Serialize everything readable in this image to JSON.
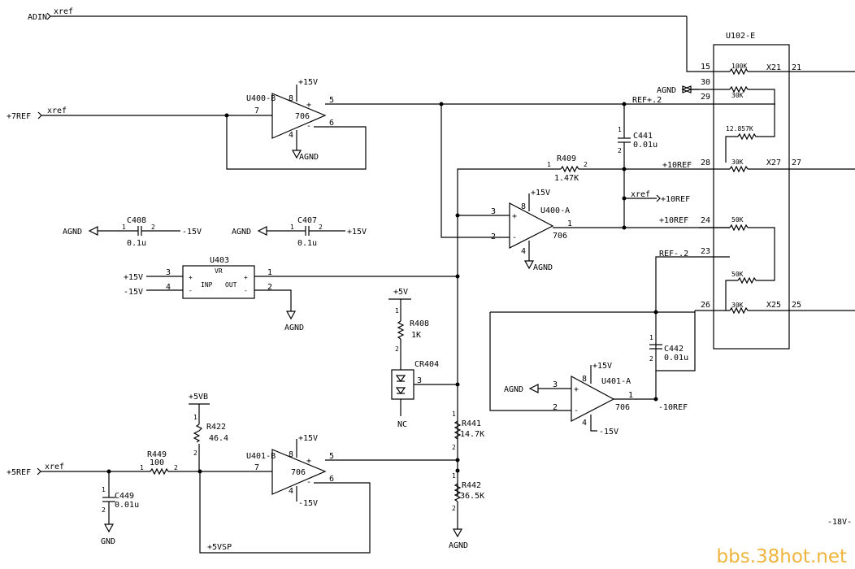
{
  "labels": {
    "adin": "ADIN",
    "xref": "xref",
    "ref7": "+7REF",
    "ref5": "+5REF",
    "u400b": "U400-B",
    "u400a": "U400-A",
    "u401a": "U401-A",
    "u401b": "U401-B",
    "u102e": "U102-E",
    "u403": "U403",
    "vr": "VR",
    "inp": "INP",
    "out": "OUT",
    "p15v": "+15V",
    "m15v": "-15V",
    "agnd": "AGND",
    "gnd": "GND",
    "nc": "NC",
    "p5v": "+5V",
    "p5vb": "+5VB",
    "p5vsp": "+5VSP",
    "m18v": "-18V-",
    "refp2": "REF+.2",
    "refm2": "REF-.2",
    "p10ref": "+10REF",
    "m10ref": "-10REF",
    "x706": "706",
    "r409": "R409",
    "r409v": "1.47K",
    "r408": "R408",
    "r408v": "1K",
    "r422": "R422",
    "r422v": "46.4",
    "r449": "R449",
    "r449v": "100",
    "r441": "R441",
    "r441v": "14.7K",
    "r442": "R442",
    "r442v": "36.5K",
    "c408": "C408",
    "c408v": "0.1u",
    "c407": "C407",
    "c407v": "0.1u",
    "c441": "C441",
    "c441v": "0.01u",
    "c442": "C442",
    "c442v": "0.01u",
    "c449": "C449",
    "c449v": "0.01u",
    "cr404": "CR404",
    "x21": "X21",
    "x27": "X27",
    "x25": "X25",
    "r100k": "100K",
    "r30k": "30K",
    "r12k": "12.857K",
    "r50k": "50K"
  },
  "watermark": "bbs.38hot.net"
}
